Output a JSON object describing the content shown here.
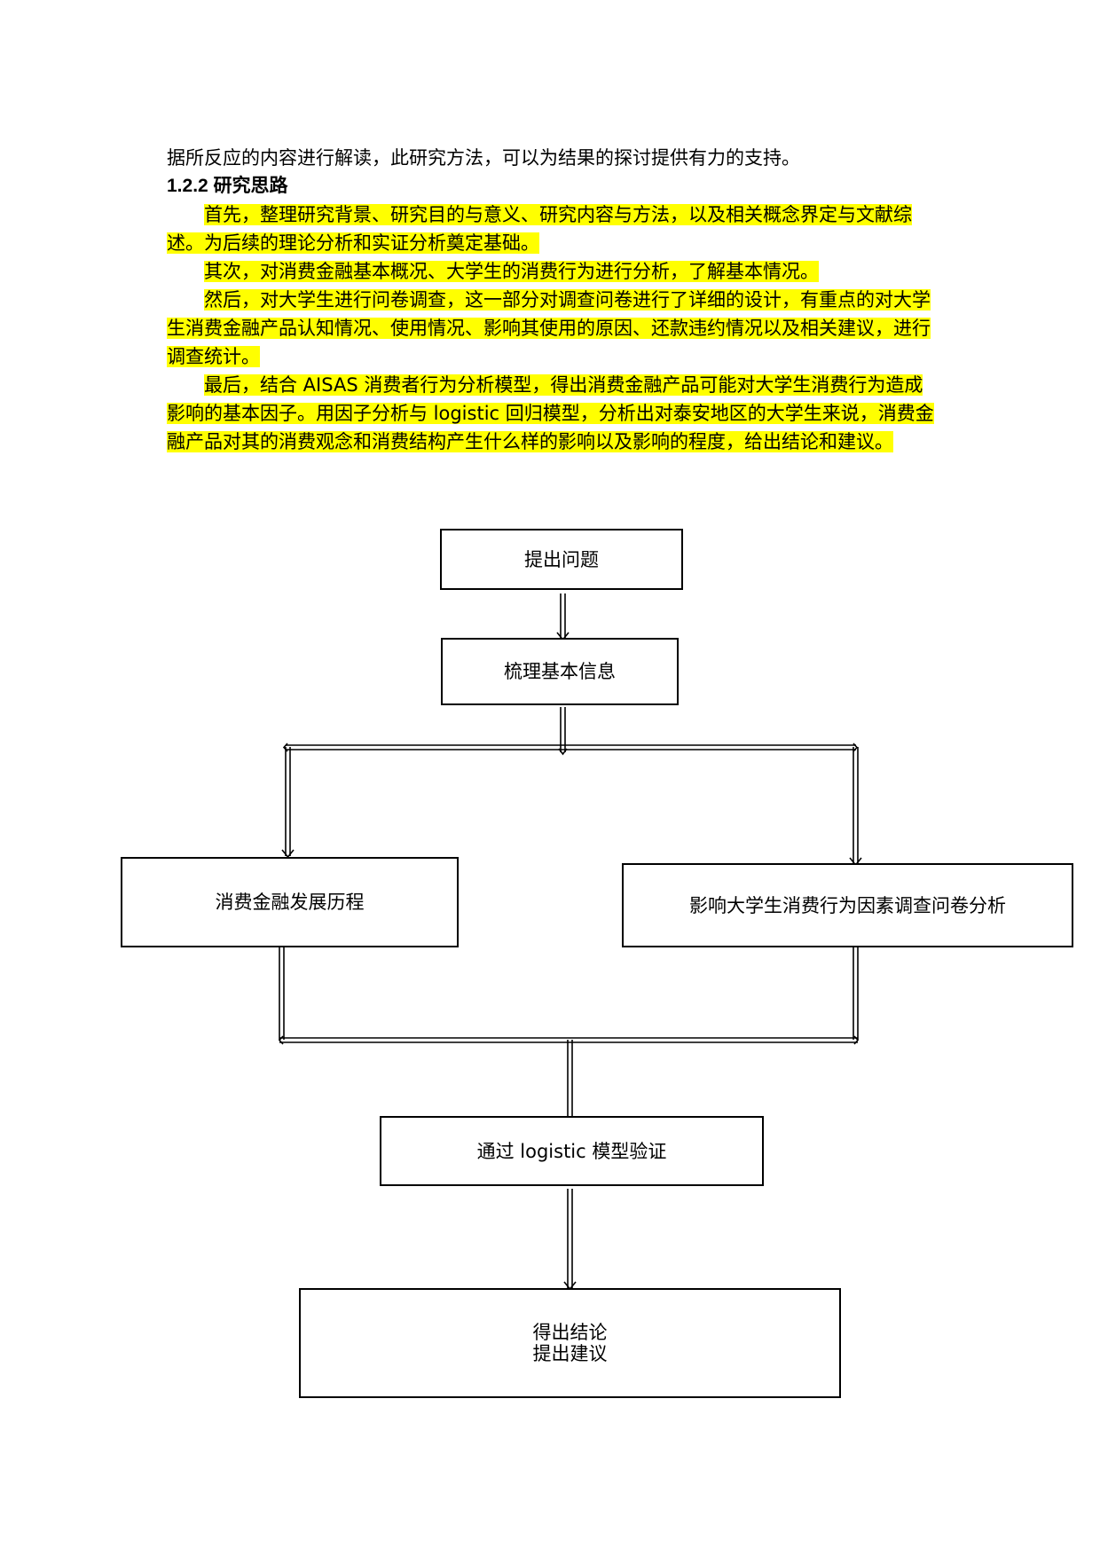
{
  "document": {
    "continuation": "据所反应的内容进行解读，此研究方法，可以为结果的探讨提供有力的支持。",
    "heading": "1.2.2 研究思路",
    "paragraphs": [
      "首先，整理研究背景、研究目的与意义、研究内容与方法，以及相关概念界定与文献综述。为后续的理论分析和实证分析奠定基础。",
      "其次，对消费金融基本概况、大学生的消费行为进行分析，了解基本情况。",
      "然后，对大学生进行问卷调查，这一部分对调查问卷进行了详细的设计，有重点的对大学生消费金融产品认知情况、使用情况、影响其使用的原因、还款违约情况以及相关建议，进行调查统计。",
      "最后，结合 AISAS 消费者行为分析模型，得出消费金融产品可能对大学生消费行为造成影响的基本因子。用因子分析与 logistic 回归模型，分析出对泰安地区的大学生来说，消费金融产品对其的消费观念和消费结构产生什么样的影响以及影响的程度，给出结论和建议。"
    ],
    "highlight_color": "#ffff00"
  },
  "flowchart": {
    "step1": "提出问题",
    "step2": "梳理基本信息",
    "left_branch": "消费金融发展历程",
    "right_branch": "影响大学生消费行为因素调查问卷分析",
    "step4": "通过 logistic 模型验证",
    "final_line1": "得出结论",
    "final_line2": "提出建议"
  }
}
